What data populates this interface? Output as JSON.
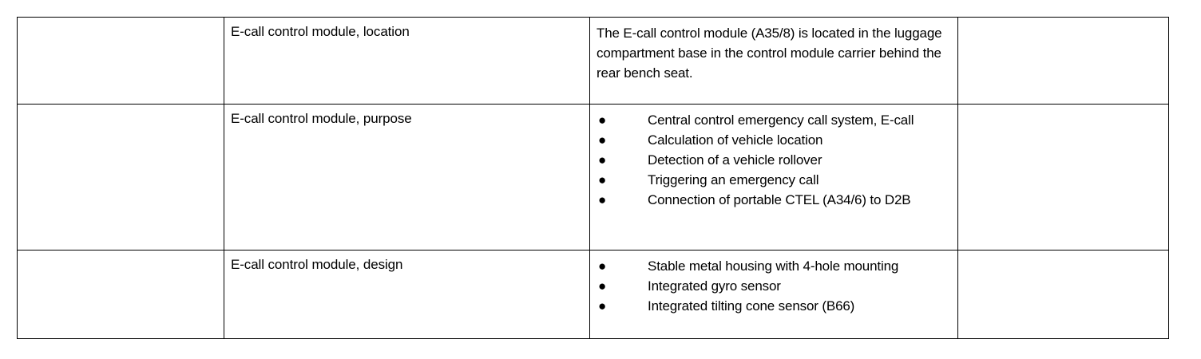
{
  "document": {
    "type": "specification-table",
    "columns": 4,
    "rows": 3
  },
  "table": {
    "rows": [
      {
        "id": "location",
        "blank_left": "",
        "label": "E-call control module, location",
        "content_type": "paragraph",
        "paragraph": "The E-call control module (A35/8) is located in the luggage compartment base in the control module carrier behind the rear bench seat.",
        "blank_right": ""
      },
      {
        "id": "purpose",
        "blank_left": "",
        "label": "E-call control module, purpose",
        "content_type": "bullets",
        "bullet_marker": "●",
        "bullets": [
          "Central control emergency call system, E-call",
          "Calculation of vehicle location",
          "Detection of a vehicle rollover",
          "Triggering an emergency call",
          "Connection of portable CTEL (A34/6) to D2B"
        ],
        "blank_right": ""
      },
      {
        "id": "design",
        "blank_left": "",
        "label": "E-call control module, design",
        "content_type": "bullets",
        "bullet_marker": "●",
        "bullets": [
          "Stable metal housing with 4-hole mounting",
          "Integrated gyro sensor",
          "Integrated tilting cone sensor (B66)"
        ],
        "blank_right": ""
      }
    ]
  },
  "colors": {
    "background": "#ffffff",
    "text": "#000000",
    "border": "#000000"
  }
}
